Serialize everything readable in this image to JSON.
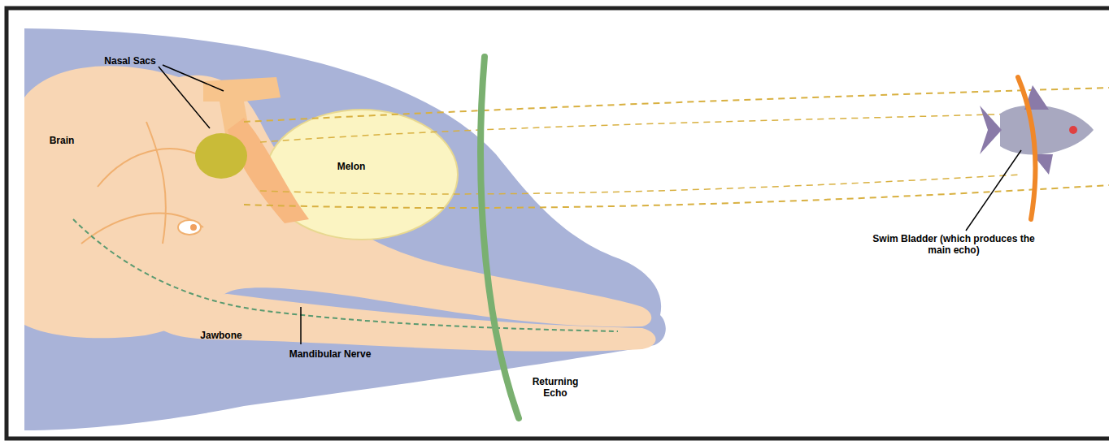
{
  "diagram": {
    "labels": [
      "Nasal Sacs",
      "Brain",
      "Melon",
      "Jawbone",
      "Mandibular Nerve",
      "Returning Echo",
      "Swim Bladder (which produces the main echo)"
    ]
  }
}
